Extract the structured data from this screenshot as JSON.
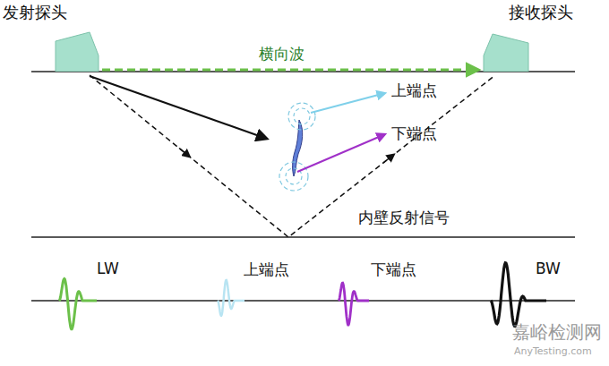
{
  "diagram": {
    "nodes": [
      {
        "text": [
          "发射探头"
        ]
      },
      {
        "text": [
          "接收探头"
        ]
      }
    ],
    "edges": [
      {
        "from": 0,
        "to": 1,
        "label": "横向波",
        "arrow": "to"
      }
    ],
    "labels": [
      "上端点",
      "下端点",
      "内壁反射信号",
      "LW",
      "上端点",
      "下端点",
      "BW",
      "嘉峪检测网",
      "AnyTesting.com"
    ]
  }
}
